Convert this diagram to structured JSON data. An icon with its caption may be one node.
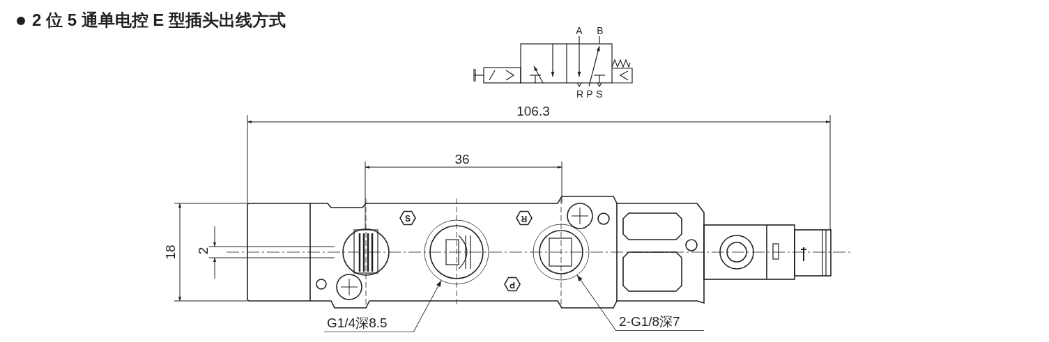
{
  "diagram": {
    "title": "2 位 5 通单电控 E 型插头出线方式",
    "nodes": [
      {
        "text": [
          "G1/4深8.5"
        ]
      },
      {
        "text": [],
        "shape": "circle"
      },
      {
        "text": [
          "2-G1/8深7"
        ]
      },
      {
        "text": [],
        "shape": "circle"
      }
    ],
    "edges": [
      {
        "from": 0,
        "to": 1,
        "arrow": "to"
      },
      {
        "from": 2,
        "to": 3,
        "arrow": "to"
      }
    ],
    "labels": [
      "A",
      "B",
      "R",
      "P",
      "S",
      "106.3",
      "36",
      "S",
      "R",
      "18",
      "2",
      "P"
    ]
  }
}
